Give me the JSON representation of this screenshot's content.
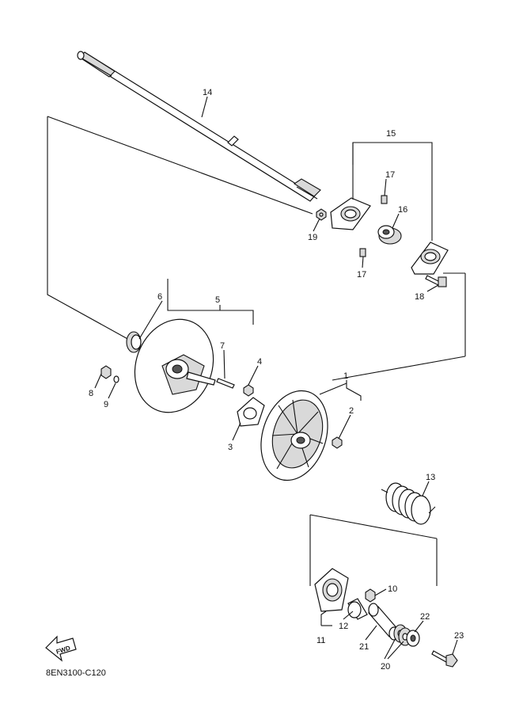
{
  "diagram": {
    "drawing_code": "8EN3100-C120",
    "fwd_label": "FWD",
    "callouts": {
      "p1": "1",
      "p2": "2",
      "p3": "3",
      "p4": "4",
      "p5": "5",
      "p6": "6",
      "p7": "7",
      "p8": "8",
      "p9": "9",
      "p10": "10",
      "p11": "11",
      "p12": "12",
      "p13": "13",
      "p14": "14",
      "p15": "15",
      "p16": "16",
      "p17a": "17",
      "p17b": "17",
      "p18": "18",
      "p19": "19",
      "p20": "20",
      "p21": "21",
      "p22": "22",
      "p23": "23"
    }
  }
}
